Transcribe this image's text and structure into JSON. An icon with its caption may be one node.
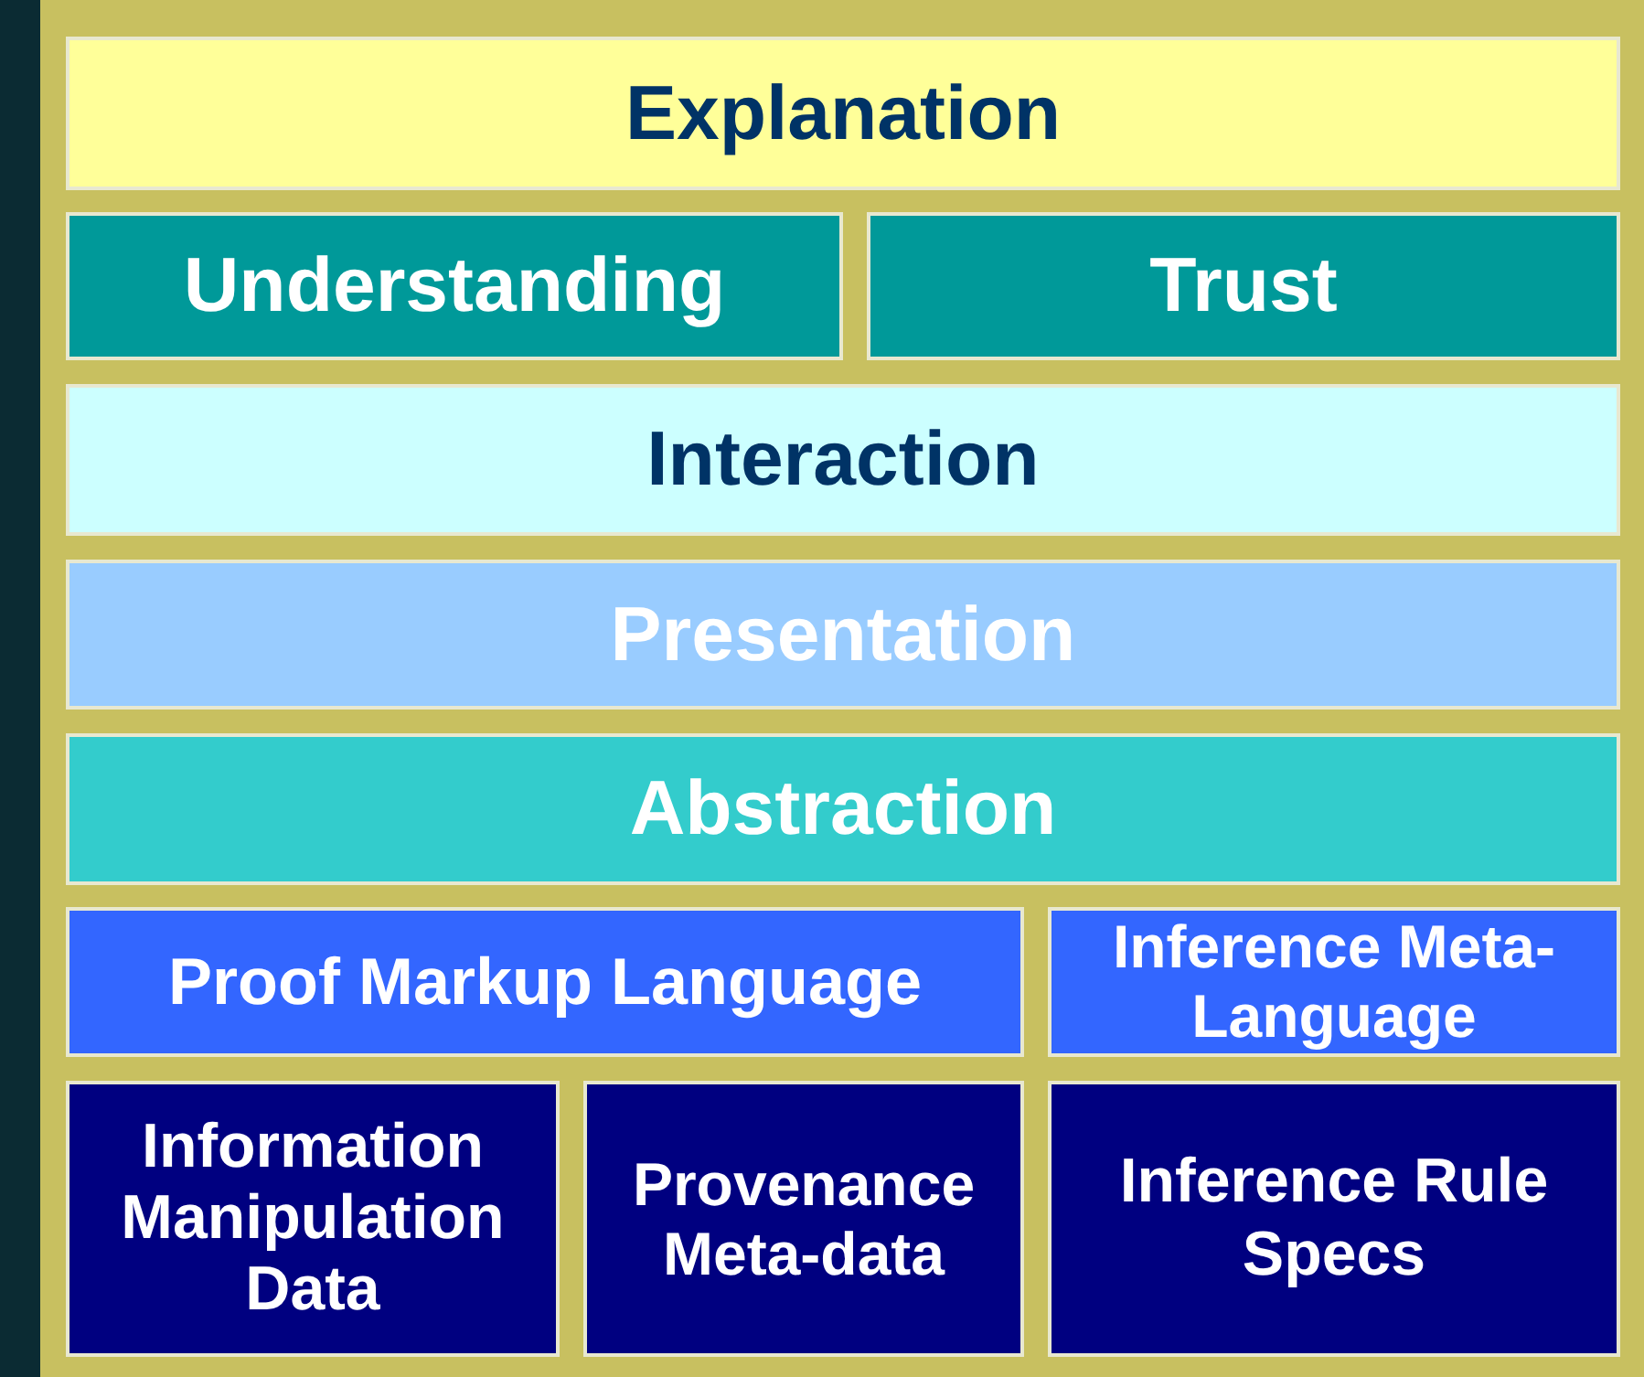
{
  "diagram": {
    "nodes": [
      {
        "text": [
          "Explanation"
        ]
      },
      {
        "text": [
          "Understanding"
        ]
      },
      {
        "text": [
          "Trust"
        ]
      },
      {
        "text": [
          "Interaction"
        ]
      },
      {
        "text": [
          "Presentation"
        ]
      },
      {
        "text": [
          "Abstraction"
        ]
      },
      {
        "text": [
          "Proof Markup Language"
        ]
      },
      {
        "text": [
          "Inference Meta-Language"
        ]
      },
      {
        "text": [
          "Information Manipulation Data"
        ]
      },
      {
        "text": [
          "Provenance Meta-data"
        ]
      },
      {
        "text": [
          "Inference Rule Specs"
        ]
      }
    ]
  }
}
